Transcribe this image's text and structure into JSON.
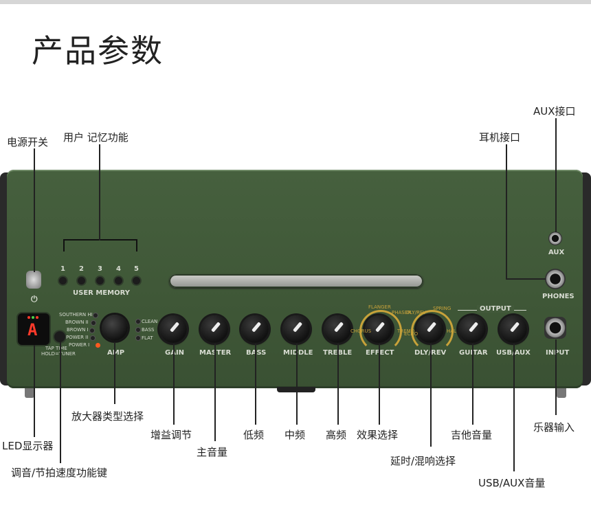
{
  "page": {
    "title": "产品参数"
  },
  "annotations": {
    "power_switch": "电源开关",
    "user_memory": "用户 记忆功能",
    "aux_jack": "AUX接口",
    "phones_jack": "耳机接口",
    "amp_type": "放大器类型选择",
    "gain": "增益调节",
    "master": "主音量",
    "bass": "低频",
    "middle": "中频",
    "treble": "高频",
    "effect": "效果选择",
    "guitar_volume": "吉他音量",
    "instrument_input": "乐器输入",
    "led_display": "LED显示器",
    "tuner_tap": "调音/节拍速度功能键",
    "delay_reverb": "延时/混响选择",
    "usb_aux_volume": "USB/AUX音量"
  },
  "panel": {
    "memory_numbers": [
      "1",
      "2",
      "3",
      "4",
      "5"
    ],
    "user_memory_label": "USER MEMORY",
    "amp_types": [
      "SOUTHERN HI",
      "BROWN II",
      "BROWN I",
      "POWER II",
      "POWER I"
    ],
    "amp_modes": [
      "CLEAN",
      "BASS",
      "FLAT"
    ],
    "amp_label": "AMP",
    "tap_label_1": "TAP TIME",
    "tap_label_2": "HOLD=TUNER",
    "led_char": "A",
    "knob_labels": {
      "gain": "GAIN",
      "master": "MASTER",
      "bass": "BASS",
      "middle": "MIDDLE",
      "treble": "TREBLE",
      "effect": "EFFECT",
      "dly_rev": "DLY/REV",
      "guitar": "GUITAR",
      "usb_aux": "USB/AUX",
      "input": "INPUT"
    },
    "output_label": "OUTPUT",
    "aux_label": "AUX",
    "phones_label": "PHONES",
    "effect_ring": [
      "CHORUS",
      "FLANGER",
      "PHASER",
      "TREMOLO"
    ],
    "dlyrev_ring": [
      "DLY/REV",
      "SPRING",
      "HALL",
      "ECHO"
    ]
  },
  "colors": {
    "amp_green": "#46603e",
    "ring_gold": "#c8a23a",
    "led_red": "#ff3a2a"
  }
}
